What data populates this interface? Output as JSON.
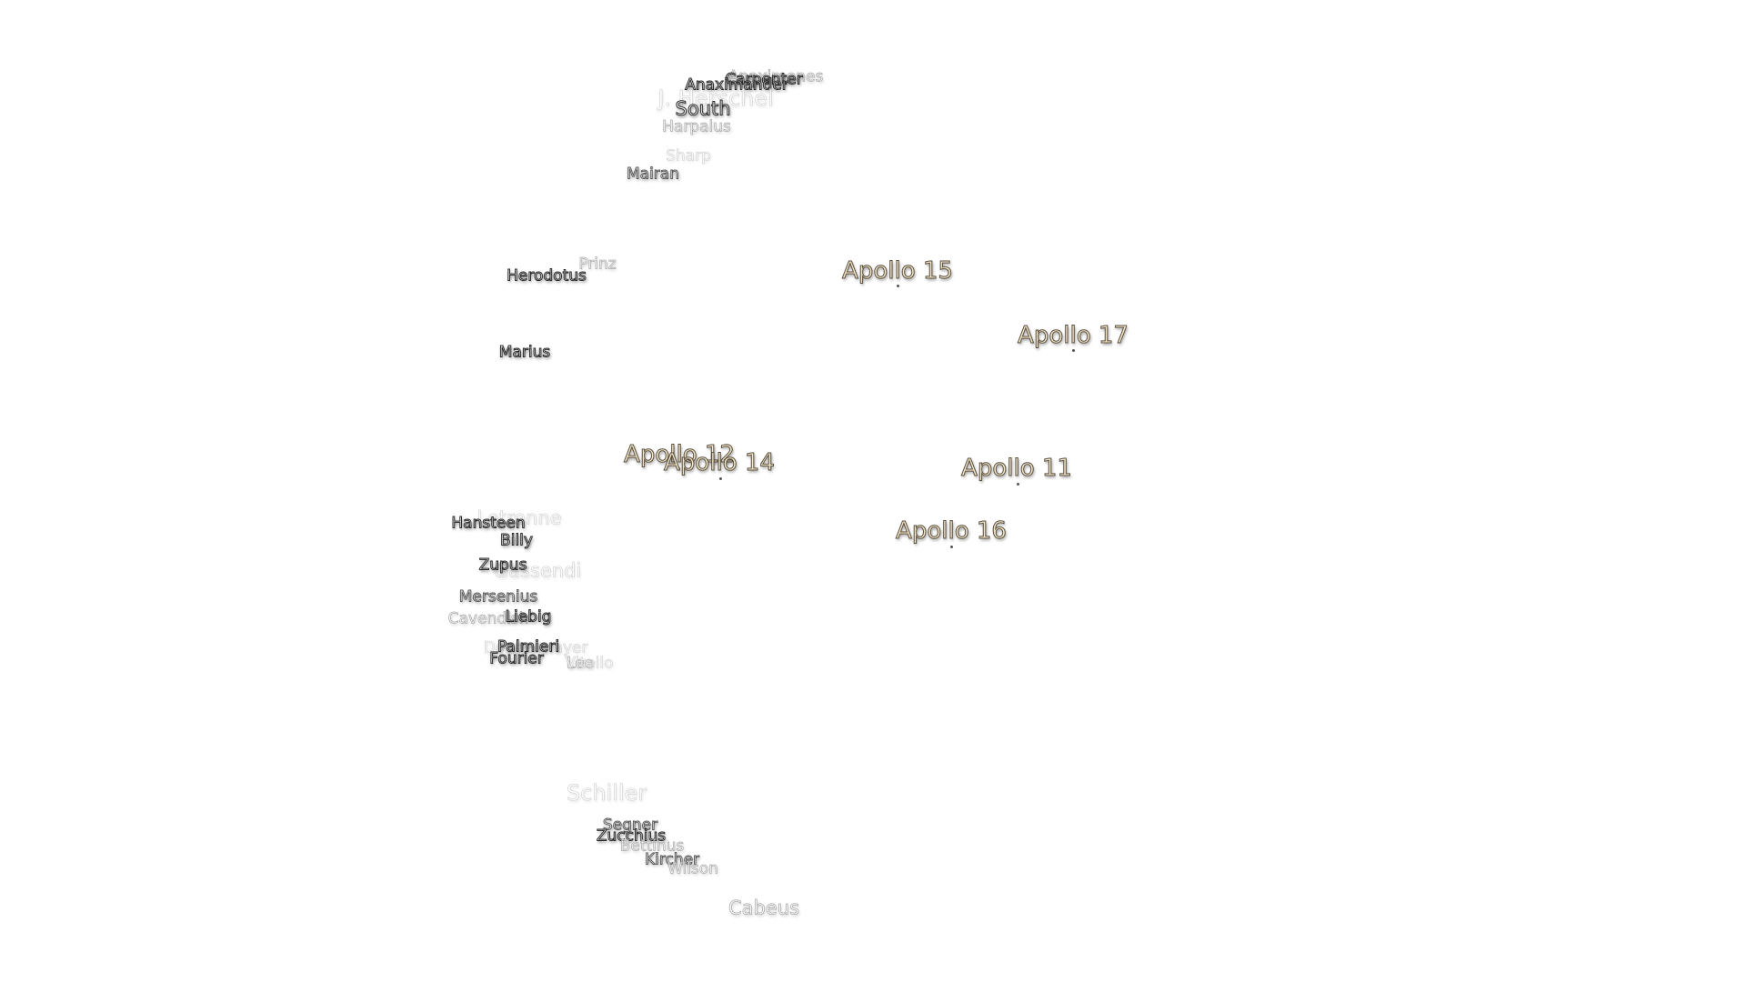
{
  "craters": [
    {
      "id": "anaximenes",
      "name": "Anaximenes"
    },
    {
      "id": "carpenter",
      "name": "Carpenter"
    },
    {
      "id": "anaximander",
      "name": "Anaximander"
    },
    {
      "id": "j-herschel",
      "name": "J. Herschel"
    },
    {
      "id": "south",
      "name": "South"
    },
    {
      "id": "harpalus",
      "name": "Harpalus"
    },
    {
      "id": "sharp",
      "name": "Sharp"
    },
    {
      "id": "mairan",
      "name": "Mairan"
    },
    {
      "id": "prinz",
      "name": "Prinz"
    },
    {
      "id": "herodotus",
      "name": "Herodotus"
    },
    {
      "id": "marius",
      "name": "Marius"
    },
    {
      "id": "letronne",
      "name": "Letronne"
    },
    {
      "id": "hansteen",
      "name": "Hansteen"
    },
    {
      "id": "billy",
      "name": "Billy"
    },
    {
      "id": "gassendi",
      "name": "Gassendi"
    },
    {
      "id": "zupus",
      "name": "Zupus"
    },
    {
      "id": "mersenius",
      "name": "Mersenius"
    },
    {
      "id": "cavendish",
      "name": "Cavendish"
    },
    {
      "id": "liebig",
      "name": "Liebig"
    },
    {
      "id": "doppelmayer",
      "name": "Doppelmayer"
    },
    {
      "id": "palmieri",
      "name": "Palmieri"
    },
    {
      "id": "fourier",
      "name": "Fourier"
    },
    {
      "id": "lee",
      "name": "Lee"
    },
    {
      "id": "vitello",
      "name": "Vitello"
    },
    {
      "id": "schiller",
      "name": "Schiller"
    },
    {
      "id": "segner",
      "name": "Segner"
    },
    {
      "id": "zucchius",
      "name": "Zucchius"
    },
    {
      "id": "bettinus",
      "name": "Bettinus"
    },
    {
      "id": "kircher",
      "name": "Kircher"
    },
    {
      "id": "wilson",
      "name": "Wilson"
    },
    {
      "id": "cabeus",
      "name": "Cabeus"
    }
  ],
  "apollo_sites": [
    {
      "id": "apollo-15",
      "name": "Apollo 15"
    },
    {
      "id": "apollo-17",
      "name": "Apollo 17"
    },
    {
      "id": "apollo-12",
      "name": "Apollo 12"
    },
    {
      "id": "apollo-14",
      "name": "Apollo 14"
    },
    {
      "id": "apollo-11",
      "name": "Apollo 11"
    },
    {
      "id": "apollo-16",
      "name": "Apollo 16"
    }
  ]
}
